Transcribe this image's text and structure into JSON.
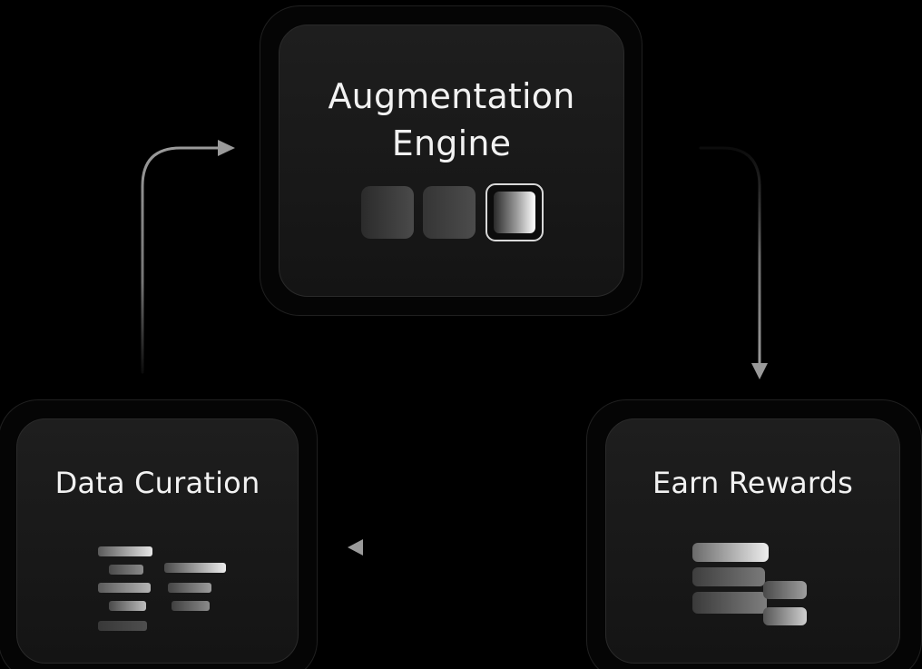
{
  "diagram": {
    "nodes": {
      "augmentation_engine": {
        "title_line1": "Augmentation",
        "title_line2": "Engine"
      },
      "data_curation": {
        "title": "Data Curation"
      },
      "earn_rewards": {
        "title": "Earn Rewards"
      }
    },
    "edges": [
      {
        "from": "Data Curation",
        "to": "Augmentation Engine"
      },
      {
        "from": "Augmentation Engine",
        "to": "Earn Rewards"
      },
      {
        "from": "Earn Rewards",
        "to": "Data Curation"
      }
    ],
    "colors": {
      "background": "#000000",
      "card": "#181818",
      "card_border": "#2a2a2a",
      "text": "#f2f2f2",
      "accent": "#d8d8d8"
    }
  }
}
